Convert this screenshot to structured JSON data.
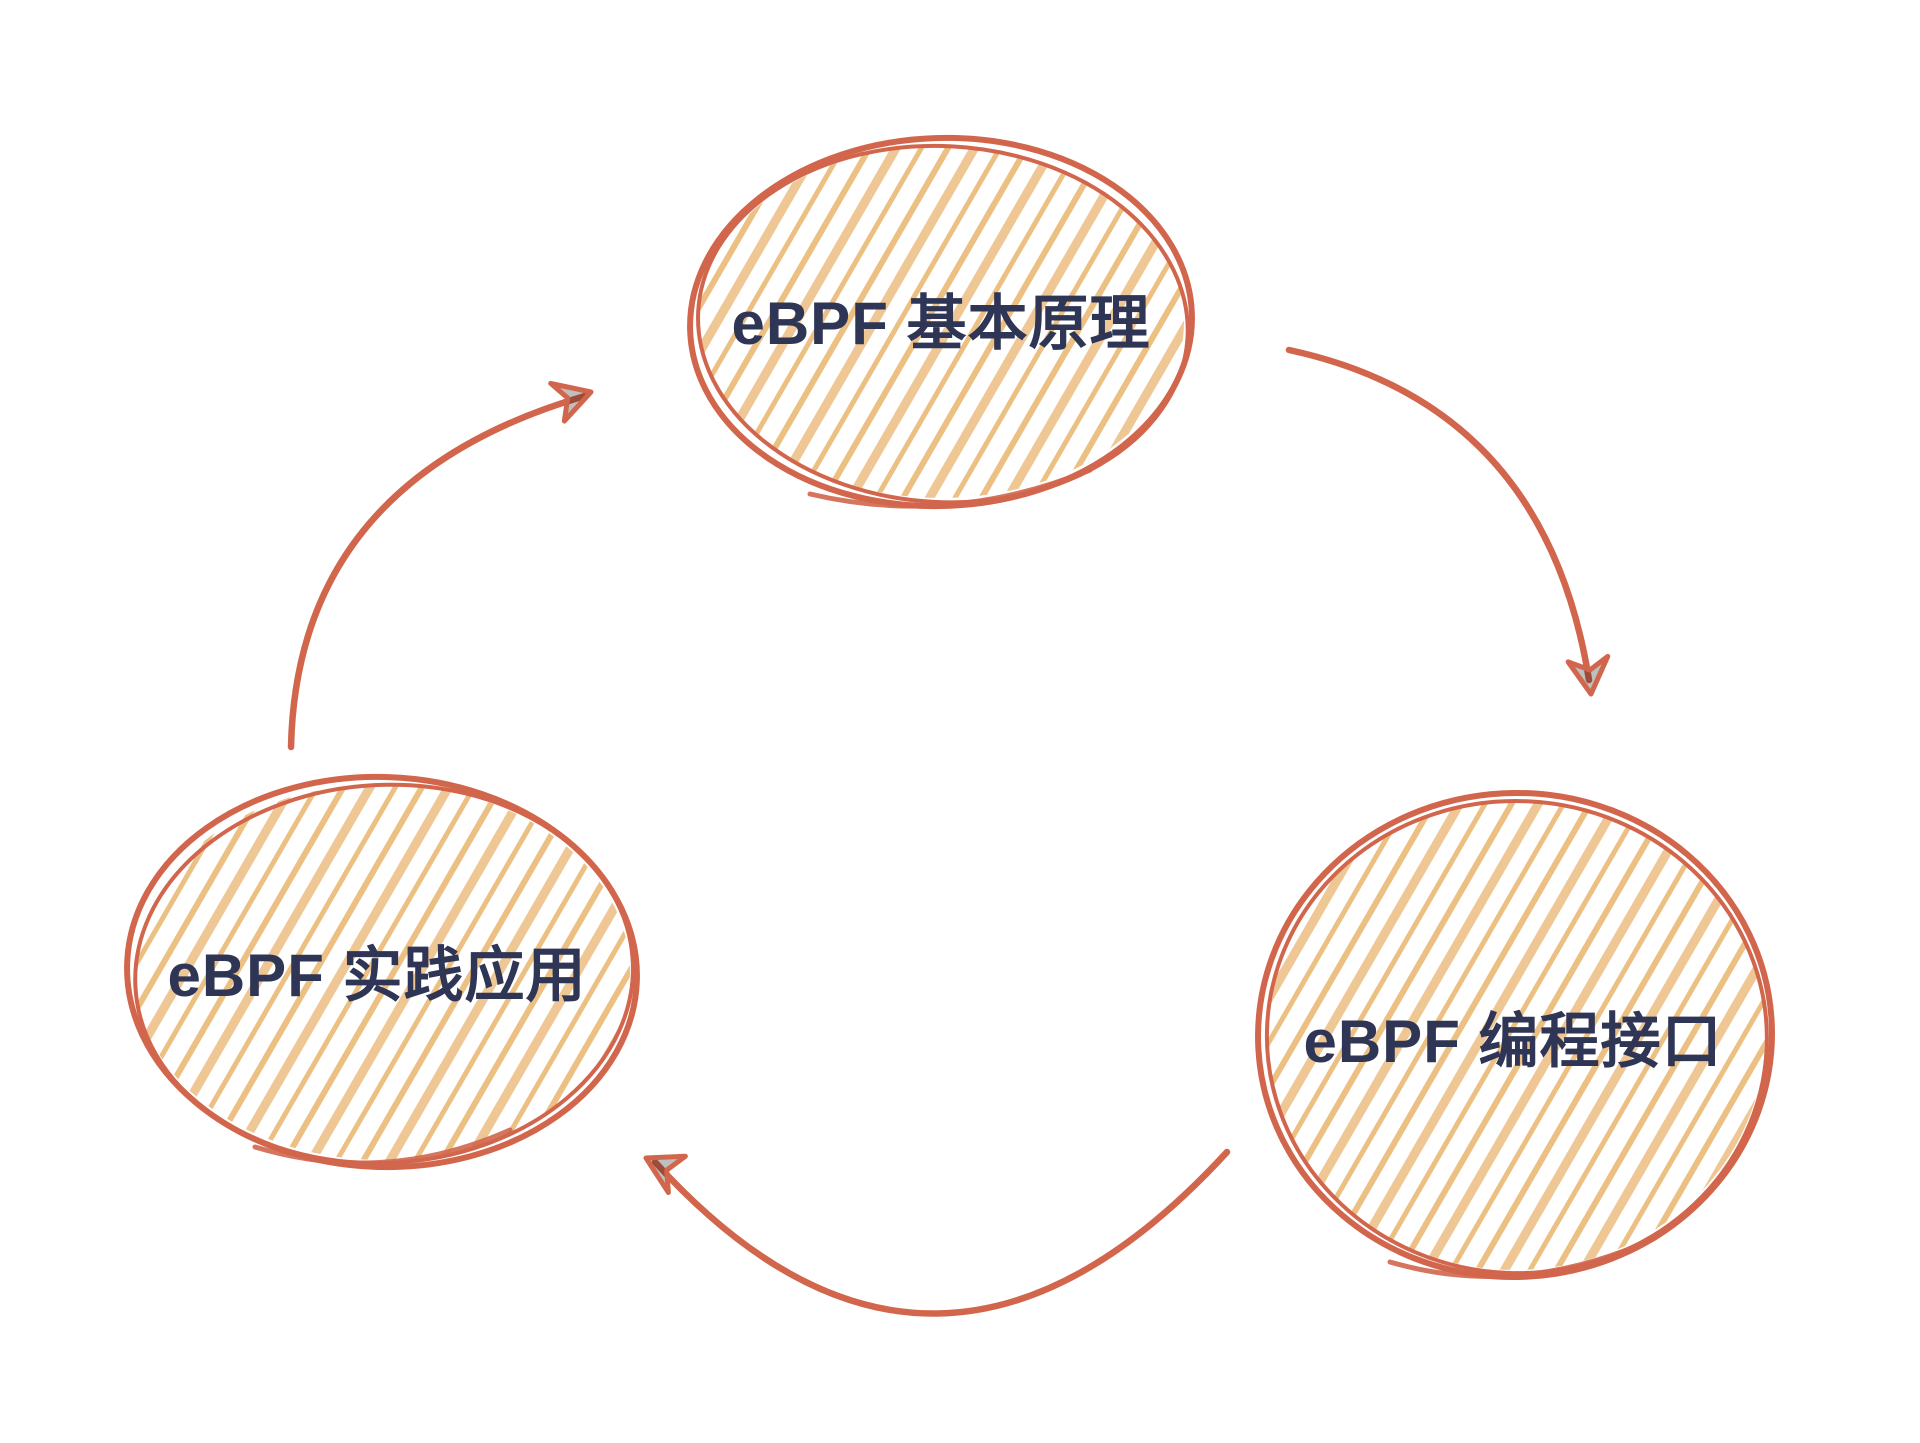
{
  "diagram": {
    "nodes": [
      {
        "id": "principles",
        "label": "eBPF 基本原理"
      },
      {
        "id": "api",
        "label": "eBPF 编程接口"
      },
      {
        "id": "practice",
        "label": "eBPF 实践应用"
      }
    ],
    "edges": [
      {
        "from": "principles",
        "to": "api"
      },
      {
        "from": "api",
        "to": "practice"
      },
      {
        "from": "practice",
        "to": "principles"
      }
    ],
    "colors": {
      "outline": "#d2664c",
      "hatch_fill": "#ecc083",
      "label_text": "#2f3555",
      "background": "#ffffff"
    }
  }
}
